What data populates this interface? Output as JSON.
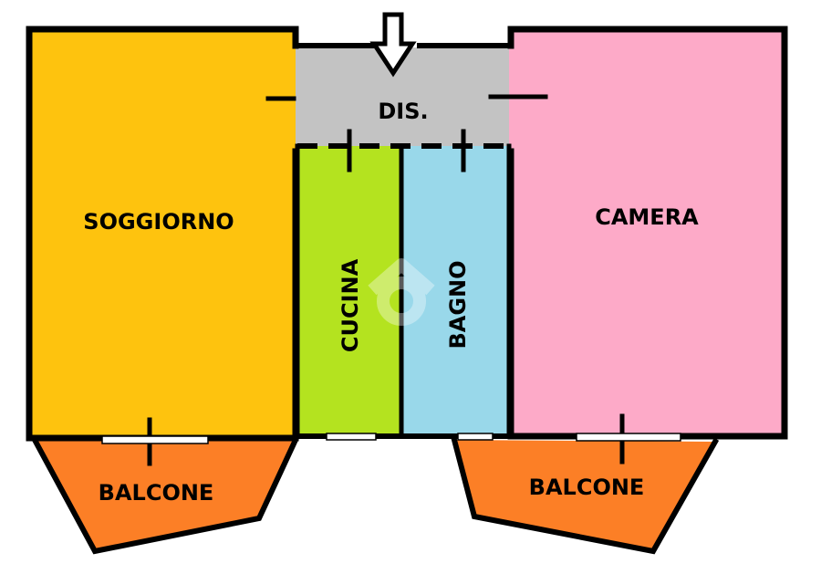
{
  "floor_plan": {
    "entrance_marker": "entrance-arrow-icon",
    "watermark": "house-logo-watermark",
    "rooms": {
      "disimpegno": {
        "label": "DIS.",
        "color": "#c3c3c3"
      },
      "soggiorno": {
        "label": "SOGGIORNO",
        "color": "#fec30e"
      },
      "cucina": {
        "label": "CUCINA",
        "color": "#b4e31f"
      },
      "bagno": {
        "label": "BAGNO",
        "color": "#99d8ea"
      },
      "camera": {
        "label": "CAMERA",
        "color": "#fdaac8"
      },
      "balcone_left": {
        "label": "BALCONE",
        "color": "#fc7f26"
      },
      "balcone_right": {
        "label": "BALCONE",
        "color": "#fc7f26"
      }
    },
    "wall_color": "#000000"
  }
}
